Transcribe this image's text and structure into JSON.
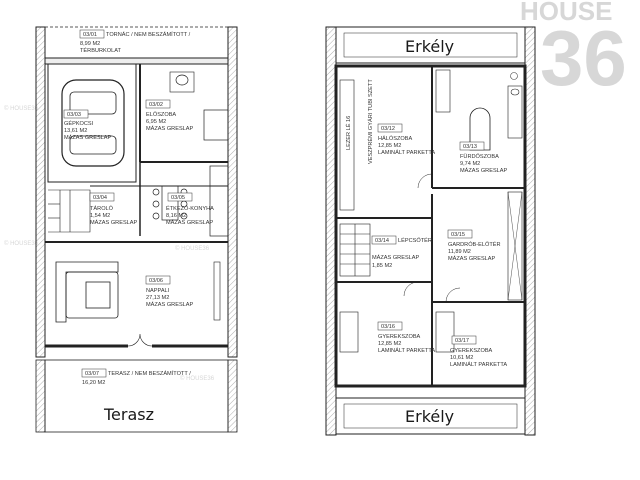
{
  "watermark": {
    "text": "HOUSE",
    "number": "36",
    "small": "© HOUSE36"
  },
  "ground_floor": {
    "rooms": [
      {
        "code": "03/01",
        "lines": [
          "TORNÁC / NEM BESZÁMÍTOTT /",
          "8,99 M2",
          "TÉRBURKOLAT"
        ]
      },
      {
        "code": "03/03",
        "lines": [
          "GÉPKOCSI",
          "13,61 M2",
          "MÁZAS GRESLAP"
        ]
      },
      {
        "code": "03/02",
        "lines": [
          "ELŐSZOBA",
          "6,95 M2",
          "MÁZAS GRESLAP"
        ]
      },
      {
        "code": "03/04",
        "lines": [
          "TÁROLÓ",
          "1,54 M2",
          "MÁZAS GRESLAP"
        ]
      },
      {
        "code": "03/05",
        "lines": [
          "ÉTKEZŐ-KONYHA",
          "8,16 M2",
          "MÁZAS GRESLAP"
        ]
      },
      {
        "code": "03/06",
        "lines": [
          "NAPPALI",
          "27,13 M2",
          "MÁZAS GRESLAP"
        ]
      },
      {
        "code": "03/07",
        "lines": [
          "TERASZ / NEM BESZÁMÍTOTT /",
          "16,20 M2"
        ]
      }
    ],
    "terrace_label": "Terasz"
  },
  "upper_floor": {
    "balcony_top": "Erkély",
    "balcony_bottom": "Erkély",
    "stair_note": "LEZER LÉ 16",
    "duct_note": "VESZPRÉMI GYÁRI TUBI SZETT",
    "rooms": [
      {
        "code": "03/12",
        "lines": [
          "HÁLÓSZOBA",
          "12,85 M2",
          "LAMINÁLT PARKETTA"
        ]
      },
      {
        "code": "03/13",
        "lines": [
          "FÜRDŐSZOBA",
          "9,74 M2",
          "MÁZAS GRESLAP"
        ]
      },
      {
        "code": "03/14",
        "lines": [
          "LÉPCSŐTÉR",
          "MÁZAS GRESLAP",
          "1,85 M2"
        ]
      },
      {
        "code": "03/15",
        "lines": [
          "GARDRÓB-ELŐTÉR",
          "11,89 M2",
          "MÁZAS GRESLAP"
        ]
      },
      {
        "code": "03/16",
        "lines": [
          "GYEREKSZOBA",
          "12,85 M2",
          "LAMINÁLT PARKETTA"
        ]
      },
      {
        "code": "03/17",
        "lines": [
          "GYEREKSZOBA",
          "10,61 M2",
          "LAMINÁLT PARKETTA"
        ]
      }
    ]
  }
}
